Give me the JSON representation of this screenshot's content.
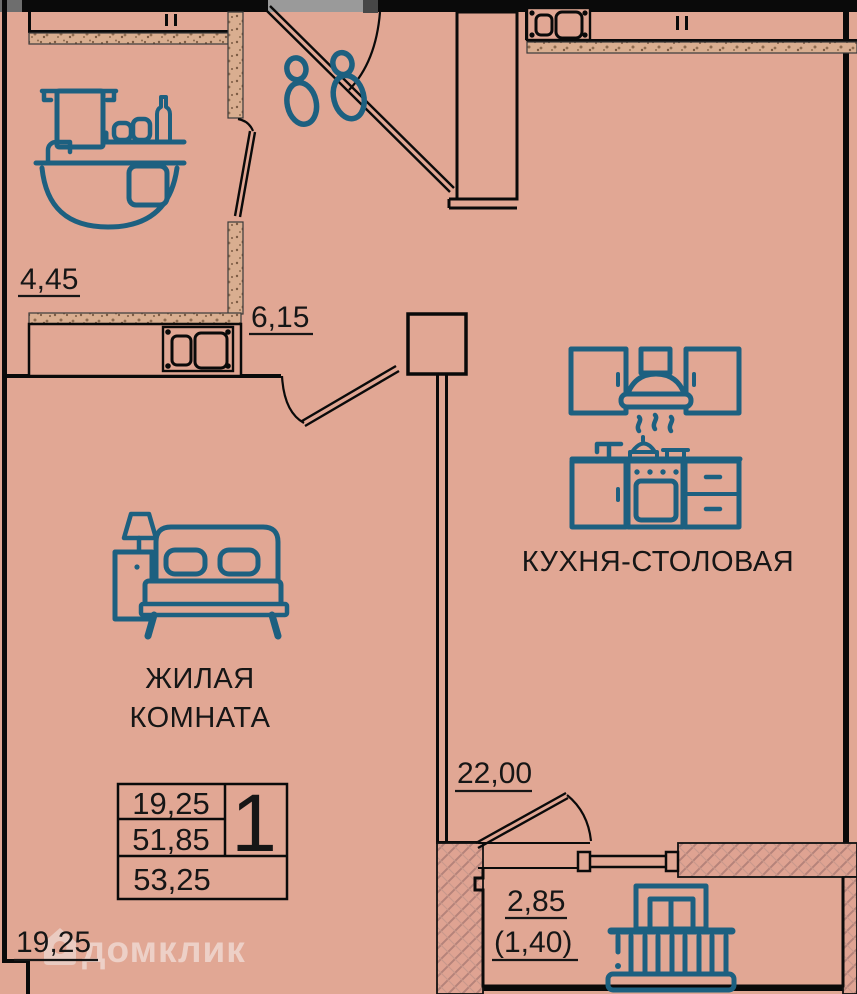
{
  "title": "apartment-floor-plan",
  "colors": {
    "floor": "#e1a794",
    "wall": "#0a0a0a",
    "icon_blue": "#1d6080",
    "hatch_line": "#b5837a",
    "speckle_base": "#d9ae90",
    "entry_opening_gray": "#9a9a9a",
    "text": "#161616"
  },
  "rooms": {
    "bathroom": {
      "area": "4,45"
    },
    "hallway": {
      "area": "6,15"
    },
    "living_room": {
      "name_line1": "ЖИЛАЯ",
      "name_line2": "КОМНАТА",
      "area": "19,25"
    },
    "kitchen_dining": {
      "name": "КУХНЯ-СТОЛОВАЯ",
      "area": "22,00"
    },
    "balcony": {
      "area": "2,85",
      "area_with_factor": "(1,40)"
    }
  },
  "summary_table": {
    "living_area": "19,25",
    "apartment_area": "51,85",
    "total_area": "53,25",
    "rooms_count": "1"
  },
  "watermark": {
    "text": "домклик"
  }
}
